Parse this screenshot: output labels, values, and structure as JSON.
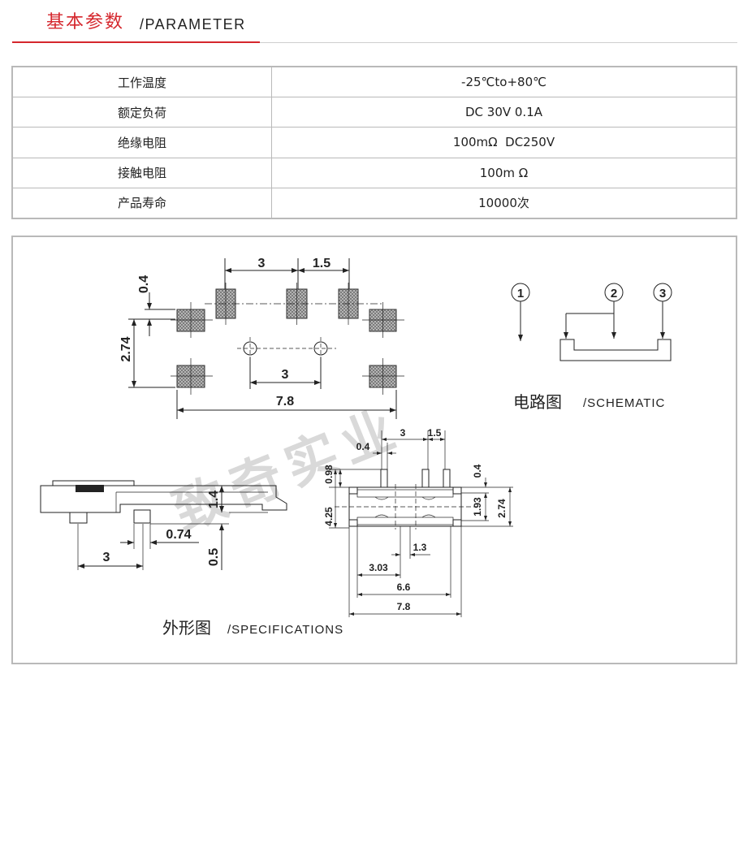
{
  "header": {
    "title_cn": "基本参数",
    "title_en": "/PARAMETER"
  },
  "parameters": [
    {
      "label": "工作温度",
      "value": "-25℃to+80℃"
    },
    {
      "label": "额定负荷",
      "value": "DC 30V 0.1A"
    },
    {
      "label": "绝缘电阻",
      "value": "100mΩ  DC250V"
    },
    {
      "label": "接触电阻",
      "value": "100m Ω"
    },
    {
      "label": "产品寿命",
      "value": "10000次"
    }
  ],
  "footprint": {
    "dims": [
      "3",
      "1.5",
      "0.4",
      "2.74",
      "3",
      "7.8"
    ]
  },
  "schematic": {
    "pins": [
      "1",
      "2",
      "3"
    ],
    "caption_cn": "电路图",
    "caption_en": "/SCHEMATIC"
  },
  "side_view": {
    "dims": [
      "1.4",
      "0.74",
      "3",
      "0.5"
    ]
  },
  "front_view": {
    "dims": [
      "0.4",
      "3",
      "1.5",
      "0.98",
      "4.25",
      "0.4",
      "1.93",
      "2.74",
      "1.3",
      "3.03",
      "6.6",
      "7.8"
    ]
  },
  "specifications": {
    "caption_cn": "外形图",
    "caption_en": "/SPECIFICATIONS"
  },
  "watermark": "致奇实业",
  "colors": {
    "accent": "#d5272d",
    "border": "#b9b9b9",
    "rule": "#cfcfcf",
    "ink": "#222222"
  }
}
